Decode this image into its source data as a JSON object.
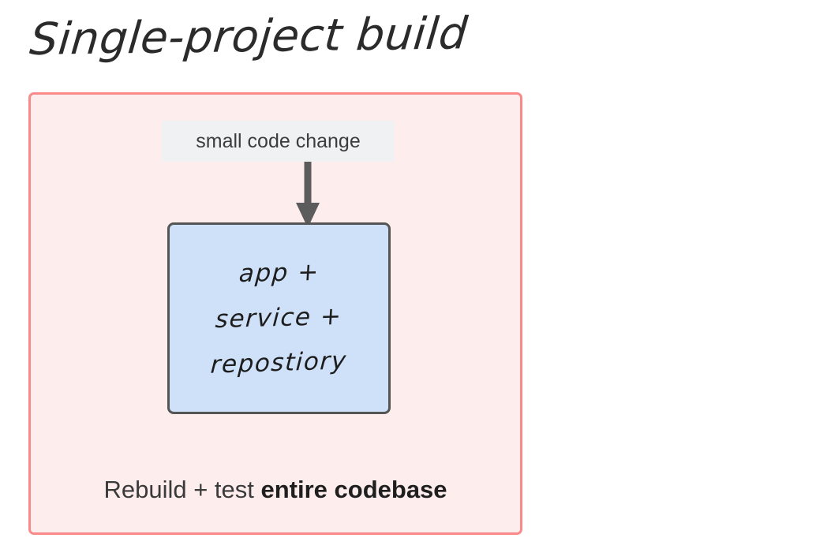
{
  "title": "Single-project build",
  "diagram": {
    "type": "block-diagram",
    "container": {
      "name": "single-project-build-container",
      "border_color": "#fa8a8a",
      "fill_color": "#fdeeed"
    },
    "input_label": {
      "text": "small code change",
      "fill_color": "#eff1f3"
    },
    "arrow": {
      "direction": "down",
      "color": "#5c5c5c",
      "icon": "arrow-down-icon"
    },
    "module": {
      "fill_color": "#cfe1f8",
      "border_color": "#555555",
      "lines": [
        "app +",
        "service +",
        "repostiory"
      ]
    },
    "caption": {
      "prefix": "Rebuild + test ",
      "emphasis": "entire codebase"
    }
  }
}
